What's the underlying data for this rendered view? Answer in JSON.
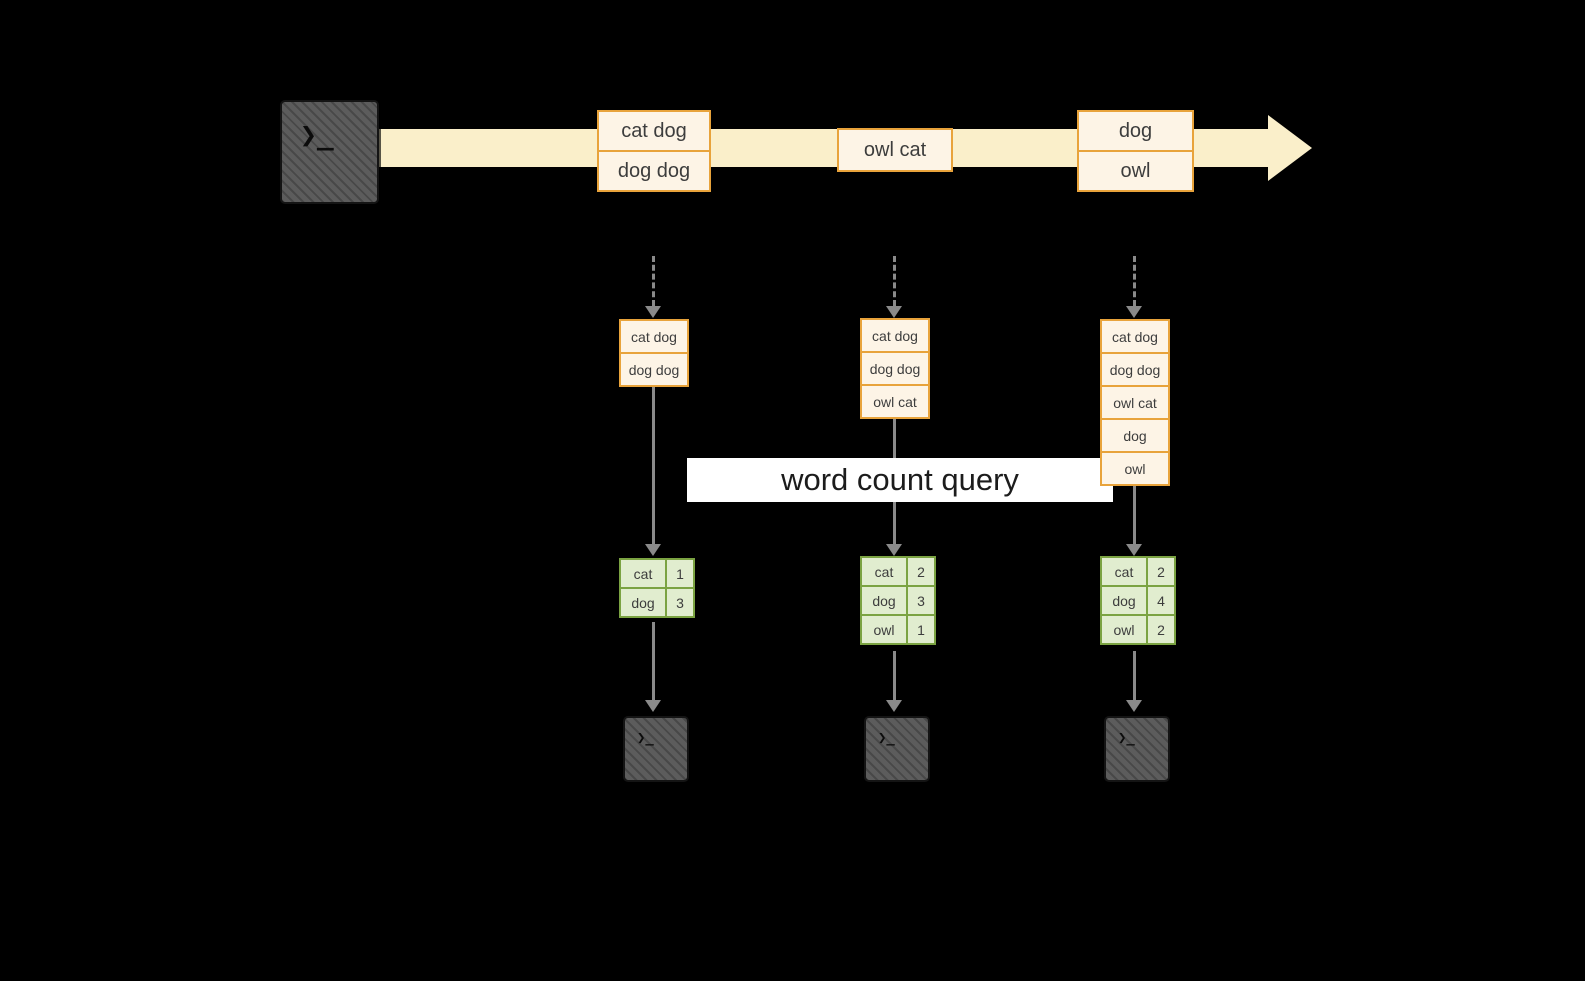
{
  "diagram": {
    "query_label": "word count query"
  },
  "stream": {
    "batches": [
      {
        "lines": [
          "cat dog",
          "dog dog"
        ]
      },
      {
        "lines": [
          "owl cat"
        ]
      },
      {
        "lines": [
          "dog",
          "owl"
        ]
      }
    ]
  },
  "columns": [
    {
      "inputs": [
        "cat dog",
        "dog dog"
      ],
      "result": [
        {
          "word": "cat",
          "count": 1
        },
        {
          "word": "dog",
          "count": 3
        }
      ]
    },
    {
      "inputs": [
        "cat dog",
        "dog dog",
        "owl cat"
      ],
      "result": [
        {
          "word": "cat",
          "count": 2
        },
        {
          "word": "dog",
          "count": 3
        },
        {
          "word": "owl",
          "count": 1
        }
      ]
    },
    {
      "inputs": [
        "cat dog",
        "dog dog",
        "owl cat",
        "dog",
        "owl"
      ],
      "result": [
        {
          "word": "cat",
          "count": 2
        },
        {
          "word": "dog",
          "count": 4
        },
        {
          "word": "owl",
          "count": 2
        }
      ]
    }
  ],
  "icons": {
    "terminal_glyph": "❯_"
  },
  "colors": {
    "background": "#000000",
    "stream_band": "#faefca",
    "batch_border": "#e8a33b",
    "batch_fill": "#fdf4e6",
    "arrow_gray": "#8a8a8a",
    "table_border": "#7ba342",
    "table_fill": "#e1edcf",
    "banner_bg": "#ffffff",
    "banner_text": "#1c1c1c",
    "terminal_fill": "#5c5c5c",
    "box_text": "#3d3d3d"
  }
}
